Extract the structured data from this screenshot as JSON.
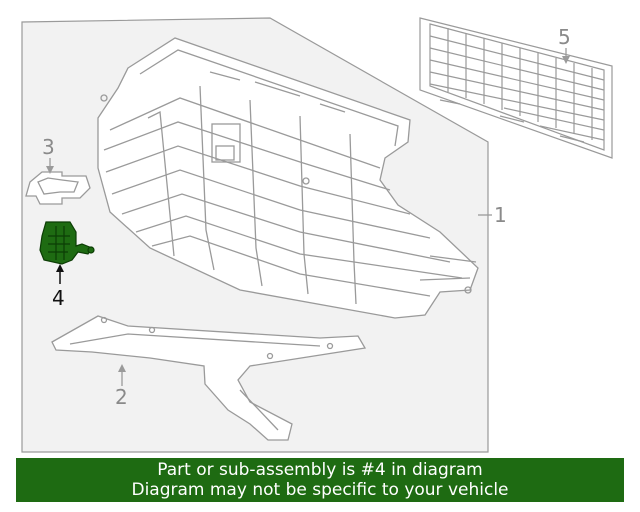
{
  "callouts": {
    "part_1": "1",
    "part_2": "2",
    "part_3": "3",
    "part_4": "4",
    "part_5": "5"
  },
  "highlight_color": "#1e6b12",
  "banner": {
    "line1": "Part or sub-assembly is #4 in diagram",
    "line2": "Diagram may not be specific to your vehicle"
  }
}
